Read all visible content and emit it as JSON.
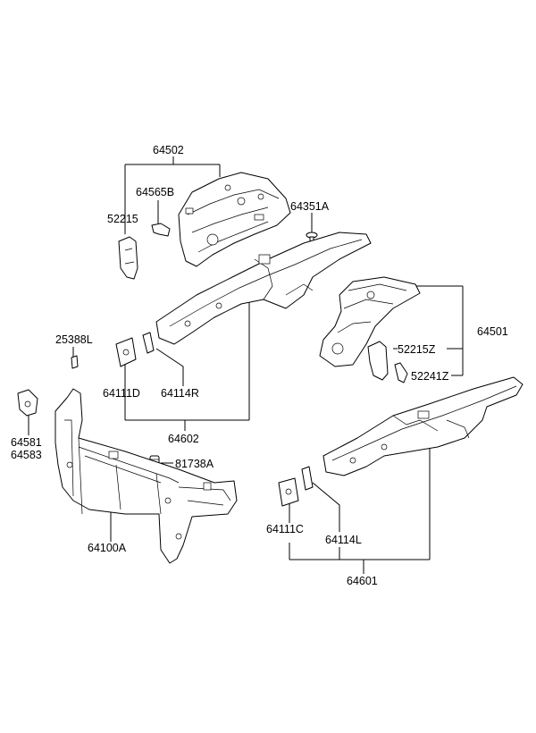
{
  "labels": {
    "p64502": "64502",
    "p64565B": "64565B",
    "p52215": "52215",
    "p64351A": "64351A",
    "p64501": "64501",
    "p52215Z": "52215Z",
    "p52241Z": "52241Z",
    "p25388L": "25388L",
    "p64111D": "64111D",
    "p64114R": "64114R",
    "p64602": "64602",
    "p64581": "64581",
    "p64583": "64583",
    "p81738A": "81738A",
    "p64100A": "64100A",
    "p64111C": "64111C",
    "p64114L": "64114L",
    "p64601": "64601"
  }
}
